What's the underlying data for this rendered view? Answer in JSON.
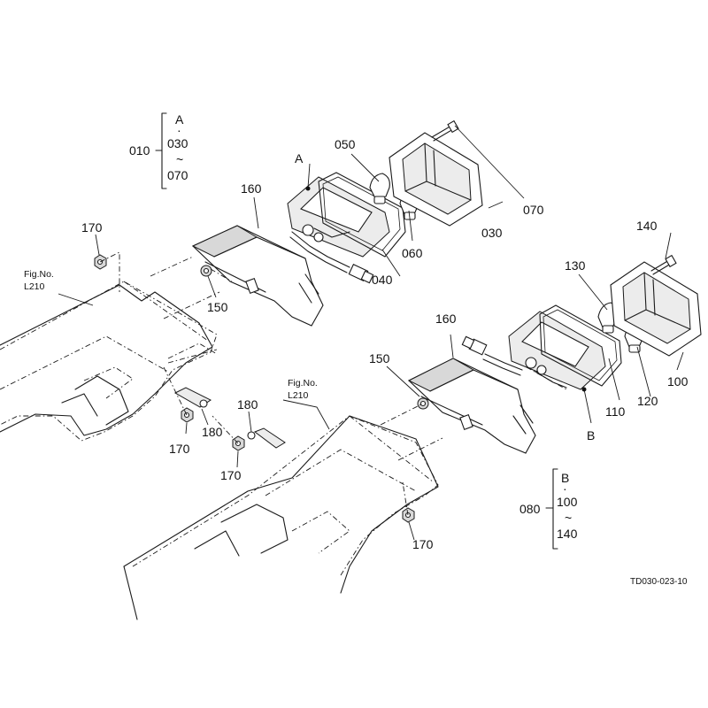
{
  "drawing_code": "TD030-023-10",
  "fig_refs": {
    "upper": {
      "line1": "Fig.No.",
      "line2": "L210"
    },
    "lower": {
      "line1": "Fig.No.",
      "line2": "L210"
    }
  },
  "group_a": {
    "parent": "010",
    "marker": "A",
    "from": "030",
    "to": "070",
    "tilde": "~",
    "sep": "·"
  },
  "group_b": {
    "parent": "080",
    "marker": "B",
    "from": "100",
    "to": "140",
    "tilde": "~",
    "sep": "·"
  },
  "markers": {
    "a": "A",
    "b": "B"
  },
  "callouts": {
    "p050": "050",
    "p060": "060",
    "p070": "070",
    "p030": "030",
    "p040": "040",
    "p160_upper": "160",
    "p160_lower": "160",
    "p170_a": "170",
    "p170_b": "170",
    "p170_c": "170",
    "p170_d": "170",
    "p150_upper": "150",
    "p150_lower": "150",
    "p180_a": "180",
    "p180_b": "180",
    "p140": "140",
    "p130": "130",
    "p120": "120",
    "p110": "110",
    "p100": "100"
  }
}
